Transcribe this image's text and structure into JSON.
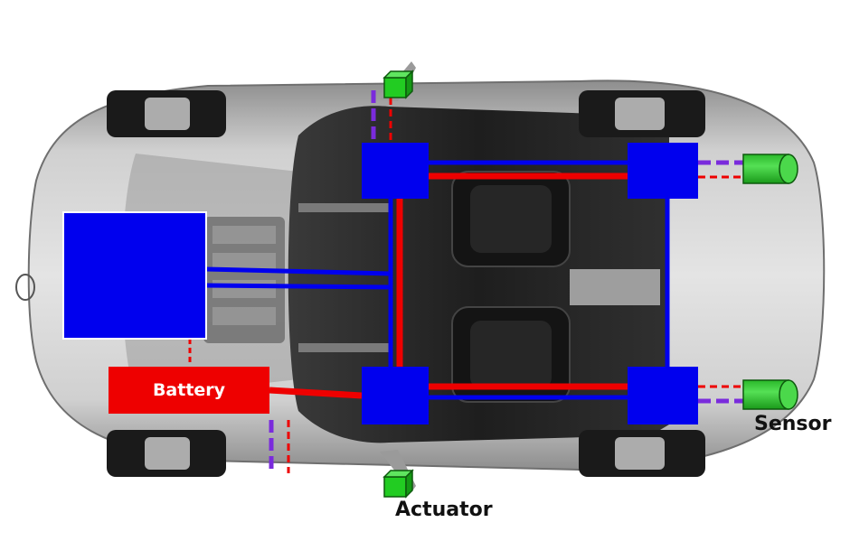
{
  "labels": {
    "battery": "Battery",
    "sensor": "Sensor",
    "actuator": "Actuator"
  },
  "colors": {
    "ecu_blue": "#0000ee",
    "power_red": "#ee0000",
    "signal_purple": "#7a2bdc",
    "device_green": "#22cc22",
    "car_body": "#b9b9b9"
  },
  "components": {
    "central_ecu": "blue-square",
    "zone_ecus": 4,
    "battery": "red-box",
    "sensors": 2,
    "actuators": 2
  }
}
